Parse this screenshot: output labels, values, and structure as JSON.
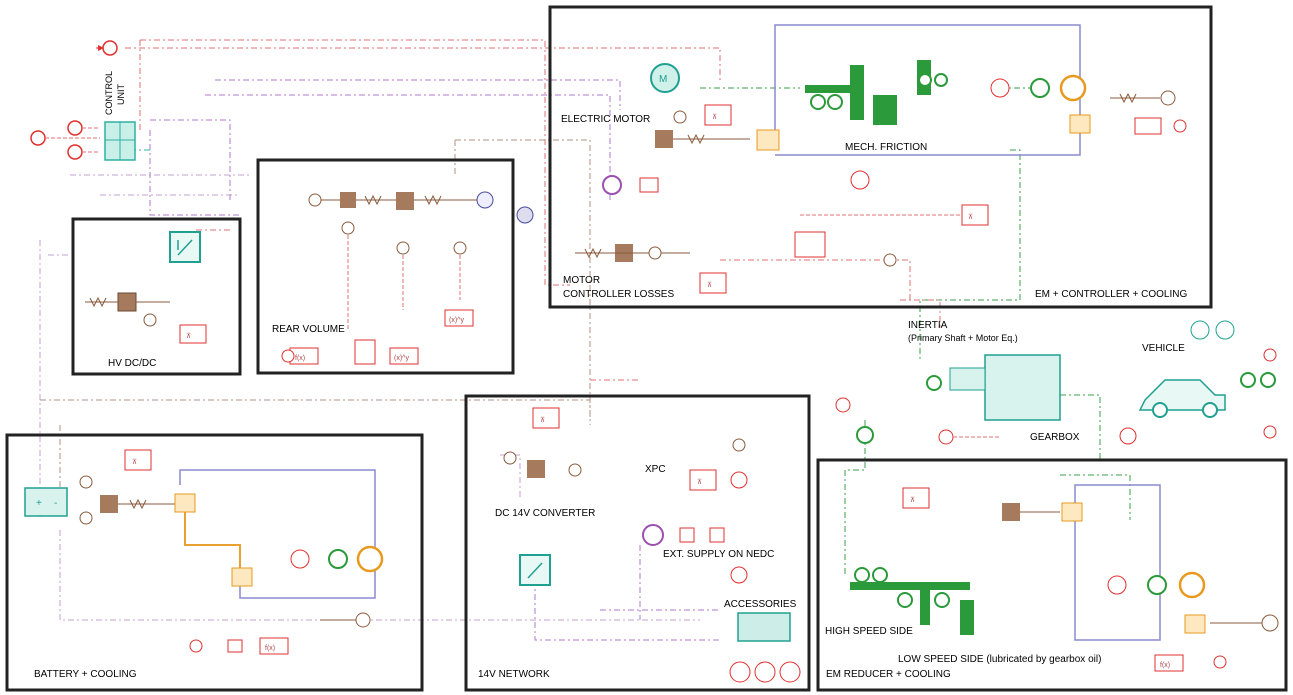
{
  "diagram": {
    "labels": {
      "control_unit_1": "CONTROL",
      "control_unit_2": "UNIT",
      "hv_dcdc": "HV DC/DC",
      "rear_volume": "REAR VOLUME",
      "electric_motor": "ELECTRIC MOTOR",
      "mech_friction": "MECH. FRICTION",
      "motor_controller_losses_1": "MOTOR",
      "motor_controller_losses_2": "CONTROLLER LOSSES",
      "em_controller_cooling": "EM + CONTROLLER + COOLING",
      "inertia_1": "INERTIA",
      "inertia_2": "(Primary Shaft + Motor Eq.)",
      "vehicle": "VEHICLE",
      "gearbox": "GEARBOX",
      "xpc": "XPC",
      "dc_14v_converter": "DC 14V CONVERTER",
      "ext_supply": "EXT. SUPPLY ON NEDC",
      "accessories": "ACCESSORIES",
      "network_14v": "14V NETWORK",
      "battery_cooling": "BATTERY + COOLING",
      "high_speed_side": "HIGH SPEED SIDE",
      "low_speed_side": "LOW SPEED SIDE (lubricated by gearbox oil)",
      "em_reducer_cooling": "EM REDUCER + COOLING"
    },
    "colors": {
      "thermal": "#8a5a3c",
      "control": "#e03030",
      "mechanical": "#2a9a3a",
      "electrical": "#1aa89a",
      "signal": "#9b4fb0",
      "hydraulic": "#e89a20",
      "cooling_loop": "#8a8ad0"
    },
    "icons": [
      "heat-exchanger-icon",
      "gain-icon",
      "source-icon",
      "electric-motor-icon",
      "gear-icon",
      "battery-icon",
      "converter-icon",
      "vehicle-icon",
      "gearbox-icon",
      "pump-icon"
    ]
  }
}
